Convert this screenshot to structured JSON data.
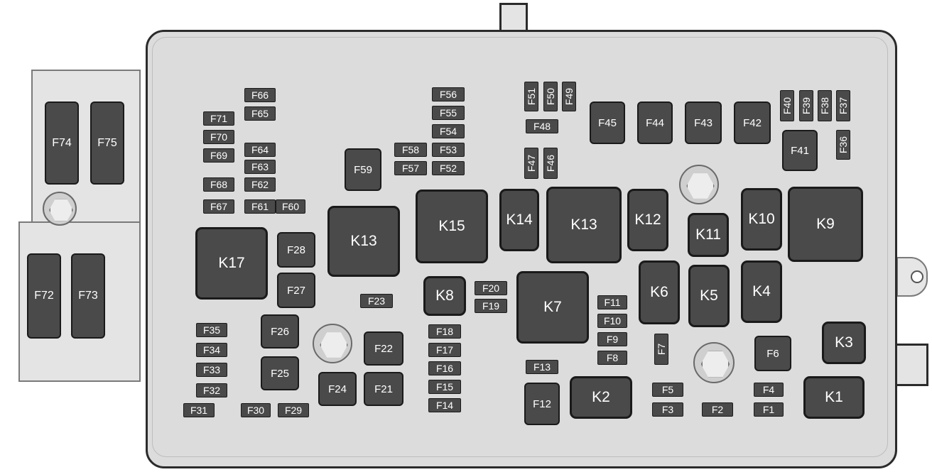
{
  "diagram": {
    "components": [
      {
        "id": "F74",
        "label": "F74",
        "kind": "big"
      },
      {
        "id": "F75",
        "label": "F75",
        "kind": "big"
      },
      {
        "id": "F72",
        "label": "F72",
        "kind": "big"
      },
      {
        "id": "F73",
        "label": "F73",
        "kind": "big"
      },
      {
        "id": "F66",
        "label": "F66",
        "kind": "mini"
      },
      {
        "id": "F65",
        "label": "F65",
        "kind": "mini"
      },
      {
        "id": "F71",
        "label": "F71",
        "kind": "mini"
      },
      {
        "id": "F70",
        "label": "F70",
        "kind": "mini"
      },
      {
        "id": "F69",
        "label": "F69",
        "kind": "mini"
      },
      {
        "id": "F64",
        "label": "F64",
        "kind": "mini"
      },
      {
        "id": "F63",
        "label": "F63",
        "kind": "mini"
      },
      {
        "id": "F68",
        "label": "F68",
        "kind": "mini"
      },
      {
        "id": "F62",
        "label": "F62",
        "kind": "mini"
      },
      {
        "id": "F67",
        "label": "F67",
        "kind": "mini"
      },
      {
        "id": "F61",
        "label": "F61",
        "kind": "mini"
      },
      {
        "id": "F60",
        "label": "F60",
        "kind": "mini"
      },
      {
        "id": "F59",
        "label": "F59",
        "kind": "midi"
      },
      {
        "id": "F56",
        "label": "F56",
        "kind": "mini"
      },
      {
        "id": "F55",
        "label": "F55",
        "kind": "mini"
      },
      {
        "id": "F54",
        "label": "F54",
        "kind": "mini"
      },
      {
        "id": "F58",
        "label": "F58",
        "kind": "mini"
      },
      {
        "id": "F53",
        "label": "F53",
        "kind": "mini"
      },
      {
        "id": "F57",
        "label": "F57",
        "kind": "mini"
      },
      {
        "id": "F52",
        "label": "F52",
        "kind": "mini"
      },
      {
        "id": "F51",
        "label": "F51",
        "kind": "mini-v"
      },
      {
        "id": "F50",
        "label": "F50",
        "kind": "mini-v"
      },
      {
        "id": "F49",
        "label": "F49",
        "kind": "mini-v"
      },
      {
        "id": "F48",
        "label": "F48",
        "kind": "mini"
      },
      {
        "id": "F47",
        "label": "F47",
        "kind": "mini-v"
      },
      {
        "id": "F46",
        "label": "F46",
        "kind": "mini-v"
      },
      {
        "id": "F45",
        "label": "F45",
        "kind": "midi"
      },
      {
        "id": "F44",
        "label": "F44",
        "kind": "midi"
      },
      {
        "id": "F43",
        "label": "F43",
        "kind": "midi"
      },
      {
        "id": "F42",
        "label": "F42",
        "kind": "midi"
      },
      {
        "id": "F40",
        "label": "F40",
        "kind": "mini-v"
      },
      {
        "id": "F39",
        "label": "F39",
        "kind": "mini-v"
      },
      {
        "id": "F38",
        "label": "F38",
        "kind": "mini-v"
      },
      {
        "id": "F37",
        "label": "F37",
        "kind": "mini-v"
      },
      {
        "id": "F41",
        "label": "F41",
        "kind": "midi"
      },
      {
        "id": "F36",
        "label": "F36",
        "kind": "mini-v"
      },
      {
        "id": "K17",
        "label": "K17",
        "kind": "relay"
      },
      {
        "id": "F28",
        "label": "F28",
        "kind": "midi"
      },
      {
        "id": "F27",
        "label": "F27",
        "kind": "midi"
      },
      {
        "id": "K13-left",
        "label": "K13",
        "kind": "relay"
      },
      {
        "id": "K15",
        "label": "K15",
        "kind": "relay"
      },
      {
        "id": "K14",
        "label": "K14",
        "kind": "relay"
      },
      {
        "id": "K13-right",
        "label": "K13",
        "kind": "relay"
      },
      {
        "id": "K12",
        "label": "K12",
        "kind": "relay"
      },
      {
        "id": "K11",
        "label": "K11",
        "kind": "relay"
      },
      {
        "id": "K10",
        "label": "K10",
        "kind": "relay"
      },
      {
        "id": "K9",
        "label": "K9",
        "kind": "relay"
      },
      {
        "id": "F23",
        "label": "F23",
        "kind": "mini"
      },
      {
        "id": "K8",
        "label": "K8",
        "kind": "relay"
      },
      {
        "id": "F20",
        "label": "F20",
        "kind": "mini"
      },
      {
        "id": "F19",
        "label": "F19",
        "kind": "mini"
      },
      {
        "id": "K7",
        "label": "K7",
        "kind": "relay"
      },
      {
        "id": "K6",
        "label": "K6",
        "kind": "relay"
      },
      {
        "id": "K5",
        "label": "K5",
        "kind": "relay"
      },
      {
        "id": "K4",
        "label": "K4",
        "kind": "relay"
      },
      {
        "id": "F11",
        "label": "F11",
        "kind": "mini"
      },
      {
        "id": "F10",
        "label": "F10",
        "kind": "mini"
      },
      {
        "id": "F9",
        "label": "F9",
        "kind": "mini"
      },
      {
        "id": "F8",
        "label": "F8",
        "kind": "mini"
      },
      {
        "id": "F7",
        "label": "F7",
        "kind": "mini-v"
      },
      {
        "id": "F35",
        "label": "F35",
        "kind": "mini"
      },
      {
        "id": "F34",
        "label": "F34",
        "kind": "mini"
      },
      {
        "id": "F33",
        "label": "F33",
        "kind": "mini"
      },
      {
        "id": "F32",
        "label": "F32",
        "kind": "mini"
      },
      {
        "id": "F31",
        "label": "F31",
        "kind": "mini"
      },
      {
        "id": "F30",
        "label": "F30",
        "kind": "mini"
      },
      {
        "id": "F29",
        "label": "F29",
        "kind": "mini"
      },
      {
        "id": "F26",
        "label": "F26",
        "kind": "midi"
      },
      {
        "id": "F25",
        "label": "F25",
        "kind": "midi"
      },
      {
        "id": "F24",
        "label": "F24",
        "kind": "midi"
      },
      {
        "id": "F22",
        "label": "F22",
        "kind": "midi"
      },
      {
        "id": "F21",
        "label": "F21",
        "kind": "midi"
      },
      {
        "id": "F18",
        "label": "F18",
        "kind": "mini"
      },
      {
        "id": "F17",
        "label": "F17",
        "kind": "mini"
      },
      {
        "id": "F16",
        "label": "F16",
        "kind": "mini"
      },
      {
        "id": "F15",
        "label": "F15",
        "kind": "mini"
      },
      {
        "id": "F14",
        "label": "F14",
        "kind": "mini"
      },
      {
        "id": "F13",
        "label": "F13",
        "kind": "mini"
      },
      {
        "id": "F12",
        "label": "F12",
        "kind": "midi"
      },
      {
        "id": "K2",
        "label": "K2",
        "kind": "relay"
      },
      {
        "id": "F6",
        "label": "F6",
        "kind": "midi"
      },
      {
        "id": "K3",
        "label": "K3",
        "kind": "relay"
      },
      {
        "id": "F5",
        "label": "F5",
        "kind": "mini"
      },
      {
        "id": "F3",
        "label": "F3",
        "kind": "mini"
      },
      {
        "id": "F2",
        "label": "F2",
        "kind": "mini"
      },
      {
        "id": "F4",
        "label": "F4",
        "kind": "mini"
      },
      {
        "id": "F1",
        "label": "F1",
        "kind": "mini"
      },
      {
        "id": "K1",
        "label": "K1",
        "kind": "relay"
      }
    ],
    "colors": {
      "component_fill": "#4a4a4a",
      "component_text": "#ffffff",
      "housing_fill": "#dcdcdc",
      "outline": "#2b2b2b"
    }
  }
}
